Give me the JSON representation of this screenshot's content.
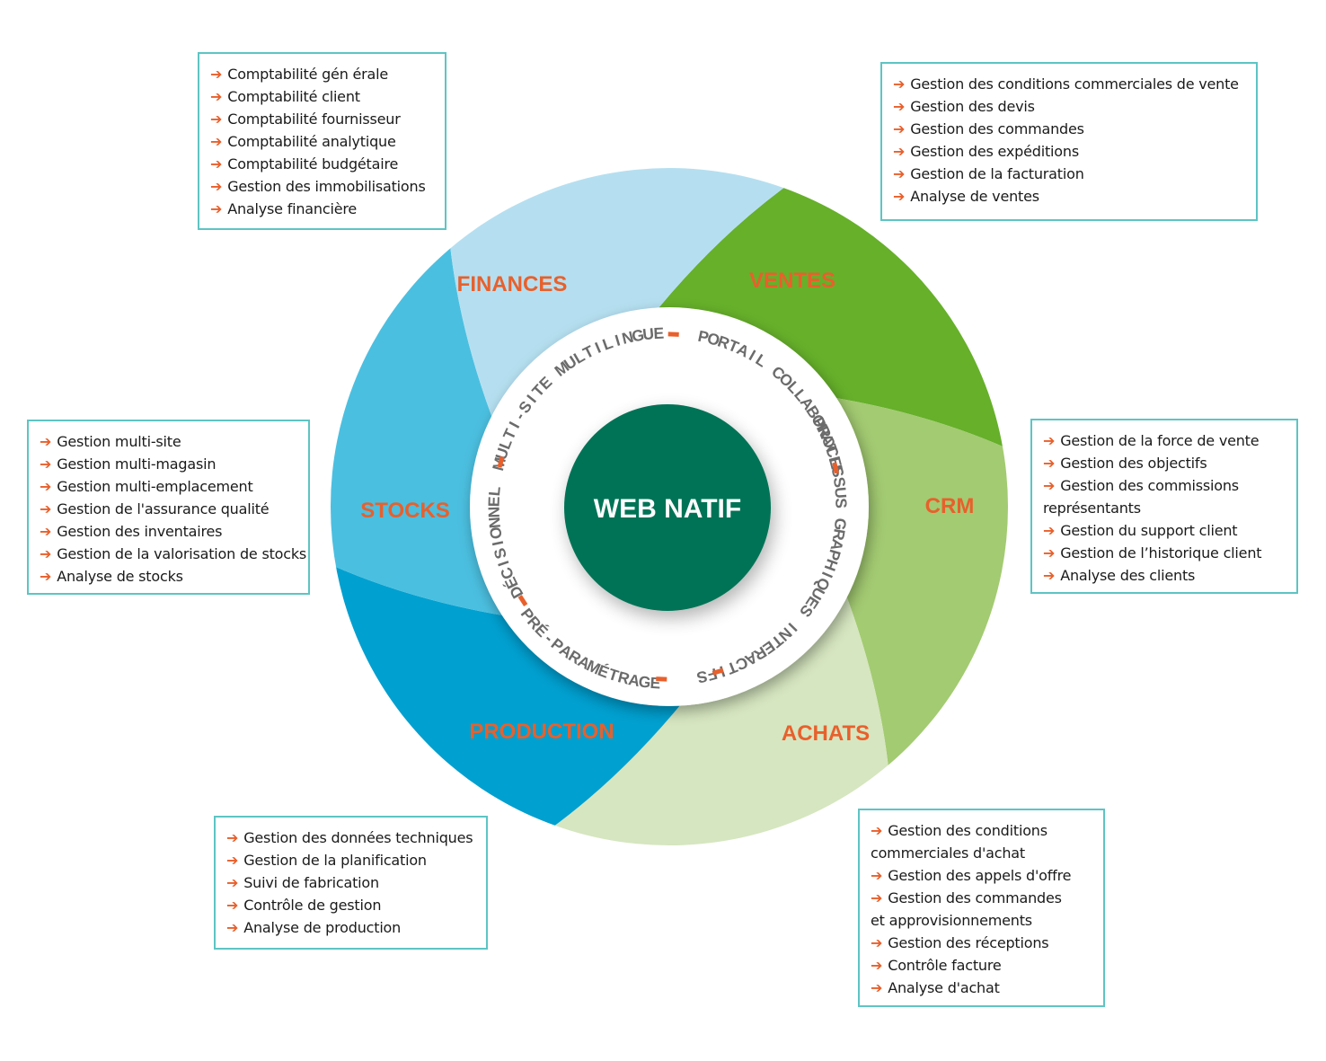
{
  "diagram": {
    "center_label": "WEB NATIF",
    "colors": {
      "finances": "#b5dff0",
      "ventes": "#66b02a",
      "crm": "#a3cb72",
      "achats": "#d6e6c0",
      "production": "#00a0d0",
      "stocks": "#4bbfe0",
      "center": "#007356",
      "label": "#e8602c",
      "ring_text": "#6b6b6b",
      "box_border": "#5ec4c4"
    },
    "segments": [
      {
        "id": "finances",
        "label": "FINANCES"
      },
      {
        "id": "ventes",
        "label": "VENTES"
      },
      {
        "id": "crm",
        "label": "CRM"
      },
      {
        "id": "achats",
        "label": "ACHATS"
      },
      {
        "id": "production",
        "label": "PRODUCTION"
      },
      {
        "id": "stocks",
        "label": "STOCKS"
      }
    ],
    "ring_features": [
      "MULTILINGUE",
      "PORTAIL COLLABORATIF",
      "PROCESSUS GRAPHIQUES INTERACTIFS",
      "PRÉ-PARAMÉTRAGE",
      "DÉCISIONNEL",
      "MULTI-SITE"
    ],
    "separator": "-"
  },
  "boxes": {
    "finances": [
      [
        "Comptabilité gén érale"
      ],
      [
        "Comptabilité client"
      ],
      [
        "Comptabilité fournisseur"
      ],
      [
        "Comptabilité analytique"
      ],
      [
        "Comptabilité budgétaire"
      ],
      [
        "Gestion des immobilisations"
      ],
      [
        "Analyse financière"
      ]
    ],
    "ventes": [
      [
        "Gestion des conditions commerciales de vente"
      ],
      [
        "Gestion des devis"
      ],
      [
        "Gestion des commandes"
      ],
      [
        "Gestion des expéditions"
      ],
      [
        "Gestion de la facturation"
      ],
      [
        "Analyse de ventes"
      ]
    ],
    "stocks": [
      [
        "Gestion multi-site"
      ],
      [
        "Gestion multi-magasin"
      ],
      [
        "Gestion multi-emplacement"
      ],
      [
        "Gestion de l'assurance qualité"
      ],
      [
        "Gestion des inventaires"
      ],
      [
        "Gestion de la valorisation de stocks"
      ],
      [
        "Analyse de stocks"
      ]
    ],
    "crm": [
      [
        "Gestion de la force de vente"
      ],
      [
        "Gestion des objectifs"
      ],
      [
        "Gestion des commissions",
        "représentants"
      ],
      [
        "Gestion du support client"
      ],
      [
        "Gestion de l’historique client"
      ],
      [
        "Analyse des clients"
      ]
    ],
    "production": [
      [
        "Gestion des données techniques"
      ],
      [
        "Gestion de la planification"
      ],
      [
        "Suivi de fabrication"
      ],
      [
        "Contrôle de gestion"
      ],
      [
        "Analyse de production"
      ]
    ],
    "achats": [
      [
        "Gestion des conditions",
        "commerciales d'achat"
      ],
      [
        "Gestion des appels d'offre"
      ],
      [
        "Gestion des commandes",
        "et approvisionnements"
      ],
      [
        "Gestion des réceptions"
      ],
      [
        "Contrôle facture"
      ],
      [
        "Analyse d'achat"
      ]
    ]
  },
  "icons": {
    "bullet": "arrow-right-icon",
    "bullet_glyph": "➔"
  }
}
